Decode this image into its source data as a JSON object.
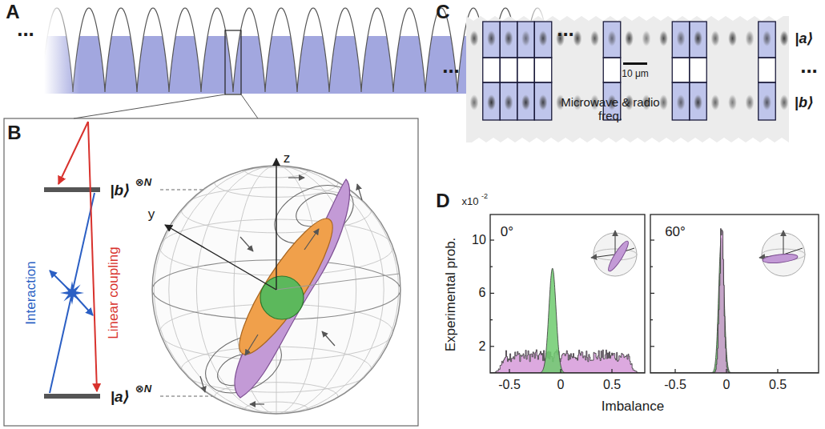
{
  "diagram": {
    "labels": [
      "A",
      "...",
      "...",
      "Microwave & radio freq.",
      "B",
      "|b⟩",
      "⊗N",
      "|a⟩",
      "⊗N",
      "Interaction",
      "Linear coupling",
      "z",
      "y",
      "C",
      "...",
      "10 μm",
      "|a⟩",
      "|b⟩",
      "...",
      "D",
      "x10",
      "-2",
      "Experimental prob.",
      "10",
      "6",
      "2",
      "0°",
      "60°",
      "-0.5",
      "0",
      "0.5",
      "-0.5",
      "0",
      "0.5",
      "Imbalance"
    ]
  }
}
